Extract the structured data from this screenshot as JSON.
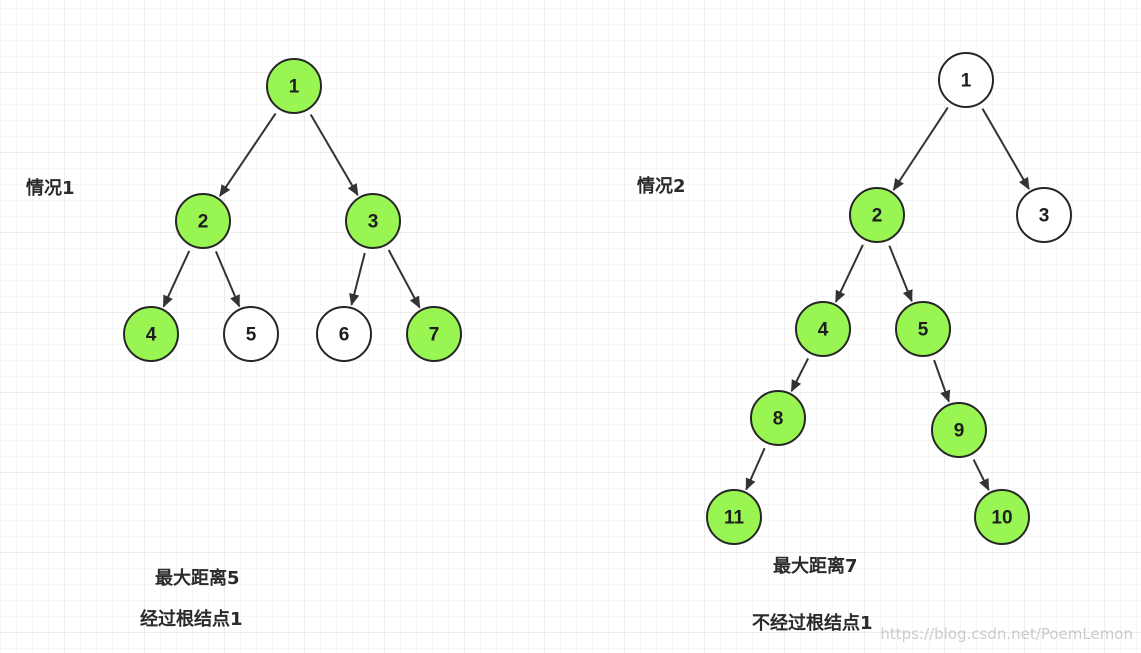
{
  "colors": {
    "highlight_fill": "#98f552",
    "plain_fill": "#ffffff",
    "stroke": "#262626",
    "edge": "#333333"
  },
  "case1": {
    "title": "情况1",
    "distance_label": "最大距离5",
    "root_note": "经过根结点1",
    "nodes": [
      {
        "id": "1",
        "highlighted": true
      },
      {
        "id": "2",
        "highlighted": true
      },
      {
        "id": "3",
        "highlighted": true
      },
      {
        "id": "4",
        "highlighted": true
      },
      {
        "id": "5",
        "highlighted": false
      },
      {
        "id": "6",
        "highlighted": false
      },
      {
        "id": "7",
        "highlighted": true
      }
    ],
    "edges": [
      [
        "1",
        "2"
      ],
      [
        "1",
        "3"
      ],
      [
        "2",
        "4"
      ],
      [
        "2",
        "5"
      ],
      [
        "3",
        "6"
      ],
      [
        "3",
        "7"
      ]
    ]
  },
  "case2": {
    "title": "情况2",
    "distance_label": "最大距离7",
    "root_note": "不经过根结点1",
    "nodes": [
      {
        "id": "1",
        "highlighted": false
      },
      {
        "id": "2",
        "highlighted": true
      },
      {
        "id": "3",
        "highlighted": false
      },
      {
        "id": "4",
        "highlighted": true
      },
      {
        "id": "5",
        "highlighted": true
      },
      {
        "id": "8",
        "highlighted": true
      },
      {
        "id": "9",
        "highlighted": true
      },
      {
        "id": "11",
        "highlighted": true
      },
      {
        "id": "10",
        "highlighted": true
      }
    ],
    "edges": [
      [
        "1",
        "2"
      ],
      [
        "1",
        "3"
      ],
      [
        "2",
        "4"
      ],
      [
        "2",
        "5"
      ],
      [
        "4",
        "8"
      ],
      [
        "5",
        "9"
      ],
      [
        "8",
        "11"
      ],
      [
        "9",
        "10"
      ]
    ]
  },
  "watermark": "https://blog.csdn.net/PoemLemon"
}
